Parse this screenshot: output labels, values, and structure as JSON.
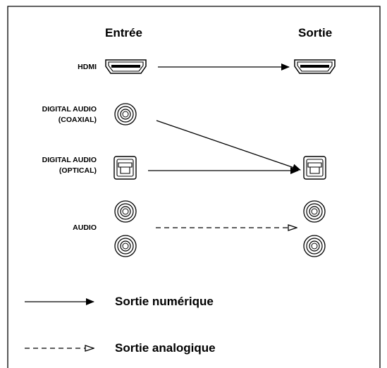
{
  "headers": {
    "input": "Entrée",
    "output": "Sortie"
  },
  "rows": [
    {
      "id": "hdmi",
      "label": "HDMI"
    },
    {
      "id": "coaxial",
      "label_line1": "DIGITAL AUDIO",
      "label_line2": "(COAXIAL)"
    },
    {
      "id": "optical",
      "label_line1": "DIGITAL AUDIO",
      "label_line2": "(OPTICAL)"
    },
    {
      "id": "audio",
      "label": "AUDIO"
    }
  ],
  "legend": {
    "digital": "Sortie numérique",
    "analog": "Sortie analogique"
  },
  "colors": {
    "line": "#000000",
    "background": "#ffffff"
  }
}
